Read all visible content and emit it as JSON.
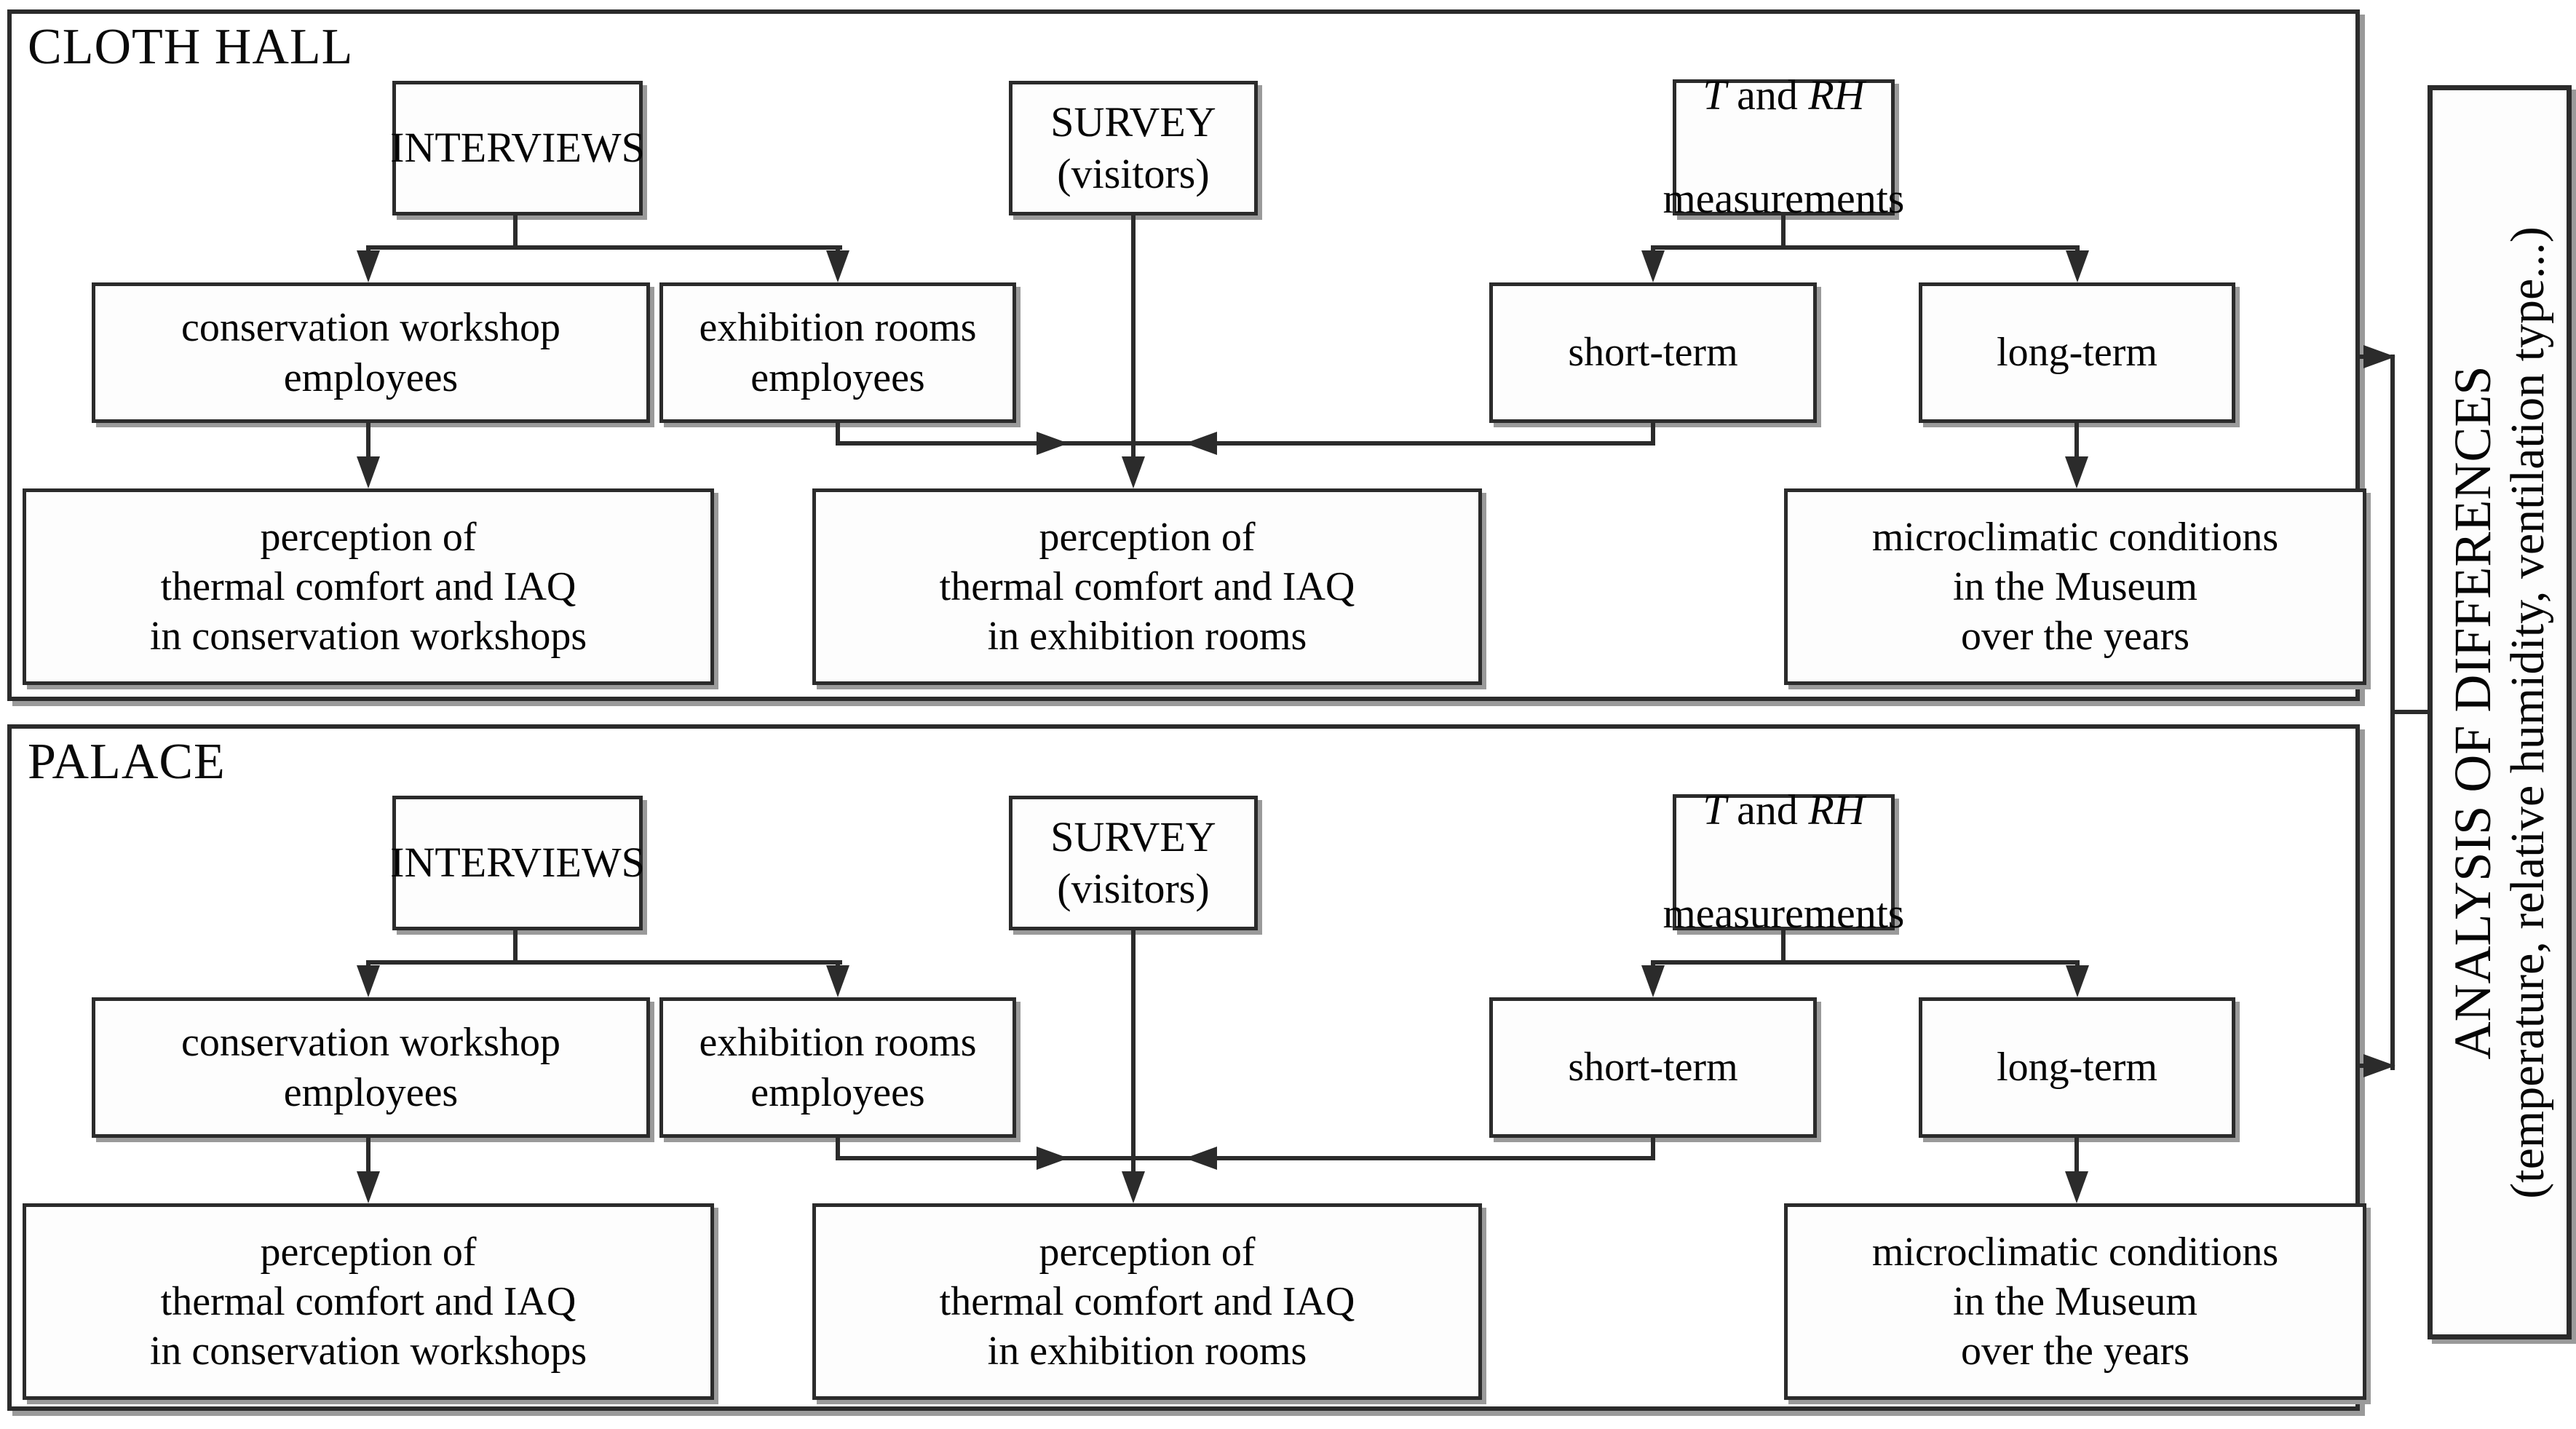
{
  "diagram": {
    "colors": {
      "line": "#2b2b2b",
      "box_background": "#fdfdfd",
      "shadow": "#9a9a9a",
      "text": "#050505"
    },
    "panels": [
      {
        "label": "CLOTH HALL",
        "interviews": "INTERVIEWS",
        "survey": "SURVEY\n(visitors)",
        "t_rh": {
          "t": "T",
          "conj": " and ",
          "rh": "RH",
          "line2": "measurements"
        },
        "conservation_employees": "conservation workshop\nemployees",
        "exhibition_employees": "exhibition rooms\nemployees",
        "short_term": "short-term",
        "long_term": "long-term",
        "perception_workshops": "perception of\nthermal comfort and IAQ\nin conservation workshops",
        "perception_exhibition": "perception of\nthermal comfort and IAQ\nin exhibition rooms",
        "microclimatic": "microclimatic conditions\nin the Museum\nover the years"
      },
      {
        "label": "PALACE",
        "interviews": "INTERVIEWS",
        "survey": "SURVEY\n(visitors)",
        "t_rh": {
          "t": "T",
          "conj": " and ",
          "rh": "RH",
          "line2": "measurements"
        },
        "conservation_employees": "conservation workshop\nemployees",
        "exhibition_employees": "exhibition rooms\nemployees",
        "short_term": "short-term",
        "long_term": "long-term",
        "perception_workshops": "perception of\nthermal comfort and IAQ\nin conservation workshops",
        "perception_exhibition": "perception of\nthermal comfort and IAQ\nin exhibition rooms",
        "microclimatic": "microclimatic conditions\nin the Museum\nover the years"
      }
    ],
    "analysis": {
      "title": "ANALYSIS OF DIFFERENCES",
      "subtitle": "(temperature, relative humidity, ventilation type...)"
    }
  }
}
